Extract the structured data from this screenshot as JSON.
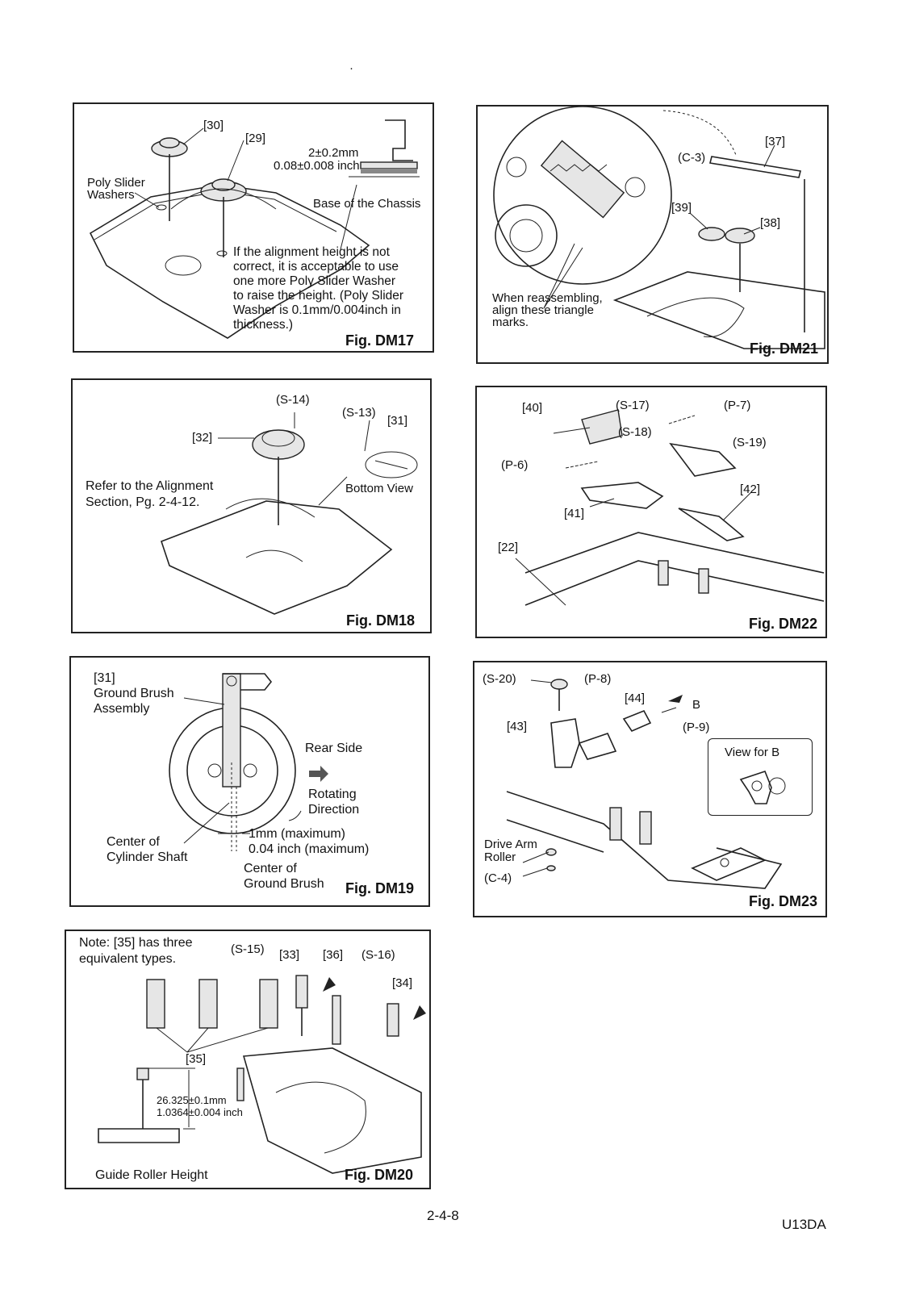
{
  "page": {
    "dot": "·",
    "page_number": "2-4-8",
    "doc_code": "U13DA"
  },
  "dm17": {
    "fig": "Fig. DM17",
    "l30": "[30]",
    "l29": "[29]",
    "spec_mm": "2±0.2mm",
    "spec_inch": "0.08±0.008 inch",
    "base": "Base of the Chassis",
    "poly": "Poly Slider\nWashers",
    "note": "If the alignment height is not\ncorrect, it is acceptable to use\none more Poly Slider Washer\nto raise the height. (Poly Slider\nWasher is 0.1mm/0.004inch in\nthickness.)"
  },
  "dm21": {
    "fig": "Fig. DM21",
    "l37": "[37]",
    "c3": "(C-3)",
    "l39": "[39]",
    "l38": "[38]",
    "note": "When reassembling,\nalign these triangle\nmarks."
  },
  "dm18": {
    "fig": "Fig. DM18",
    "s14": "(S-14)",
    "s13": "(S-13)",
    "l31": "[31]",
    "l32": "[32]",
    "bottom": "Bottom View",
    "refer": "Refer to the Alignment\nSection, Pg. 2-4-12."
  },
  "dm22": {
    "fig": "Fig. DM22",
    "l40": "[40]",
    "s17": "(S-17)",
    "p7": "(P-7)",
    "s18": "(S-18)",
    "s19": "(S-19)",
    "p6": "(P-6)",
    "l42": "[42]",
    "l41": "[41]",
    "l22": "[22]"
  },
  "dm19": {
    "fig": "Fig. DM19",
    "l31": "[31]\nGround Brush\nAssembly",
    "rear": "Rear Side",
    "rot": "Rotating\nDirection",
    "mm": "1mm (maximum)",
    "inch": "0.04 inch (maximum)",
    "center_cyl": "Center of\nCylinder Shaft",
    "center_gb": "Center of\nGround Brush"
  },
  "dm23": {
    "fig": "Fig. DM23",
    "s20": "(S-20)",
    "p8": "(P-8)",
    "l44": "[44]",
    "b": "B",
    "l43": "[43]",
    "p9": "(P-9)",
    "view_b": "View for B",
    "drive": "Drive Arm\nRoller",
    "c4": "(C-4)"
  },
  "dm20": {
    "fig": "Fig. DM20",
    "note": "Note: [35] has three\nequivalent types.",
    "s15": "(S-15)",
    "l33": "[33]",
    "l36": "[36]",
    "s16": "(S-16)",
    "l34": "[34]",
    "l35": "[35]",
    "mm": "26.325±0.1mm",
    "inch": "1.0364±0.004 inch",
    "guide": "Guide Roller Height"
  }
}
